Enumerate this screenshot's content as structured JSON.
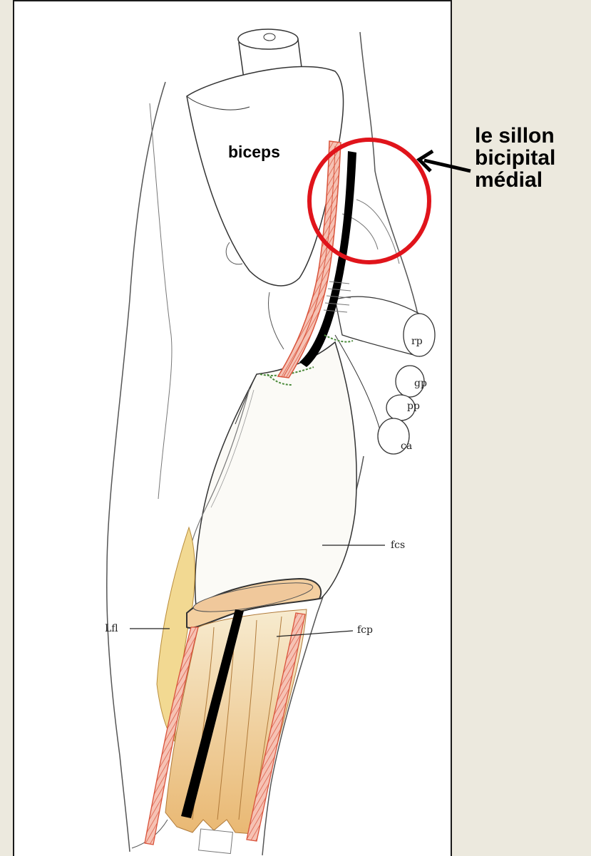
{
  "labels": {
    "biceps": "biceps",
    "sillon": "le sillon\nbicipital\nmédial",
    "rp": "rp",
    "gp": "gp",
    "pp": "pp",
    "ca": "ca",
    "fcs": "fcs",
    "lfl": "Lfl",
    "fcp": "fcp"
  },
  "colors": {
    "highlight_circle": "#e0141b",
    "vessel": "#e8856f",
    "nerve": "#000000",
    "muscle_fill": "#f3e1b8"
  }
}
